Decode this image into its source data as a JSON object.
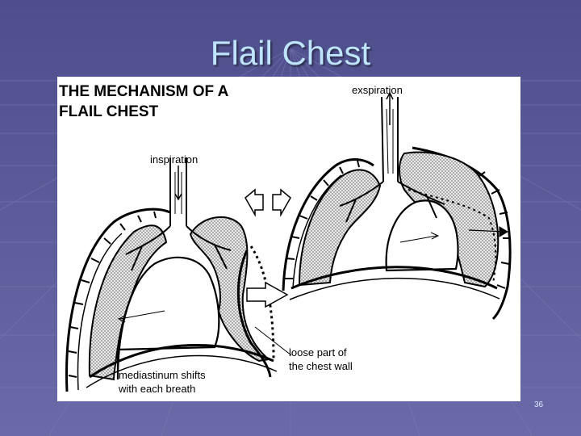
{
  "slide": {
    "title": "Flail Chest",
    "number": "36"
  },
  "figure": {
    "title_line1": "THE MECHANISM OF A",
    "title_line2": "FLAIL CHEST",
    "label_inspiration": "inspiration",
    "label_expiration": "exspiration",
    "label_loose_line1": "loose part of",
    "label_loose_line2": "the chest wall",
    "label_mediastinum_line1": "mediastinum shifts",
    "label_mediastinum_line2": "with each breath"
  },
  "colors": {
    "background": "#5a5a96",
    "title": "#bfe4ff",
    "figure_bg": "#ffffff"
  }
}
